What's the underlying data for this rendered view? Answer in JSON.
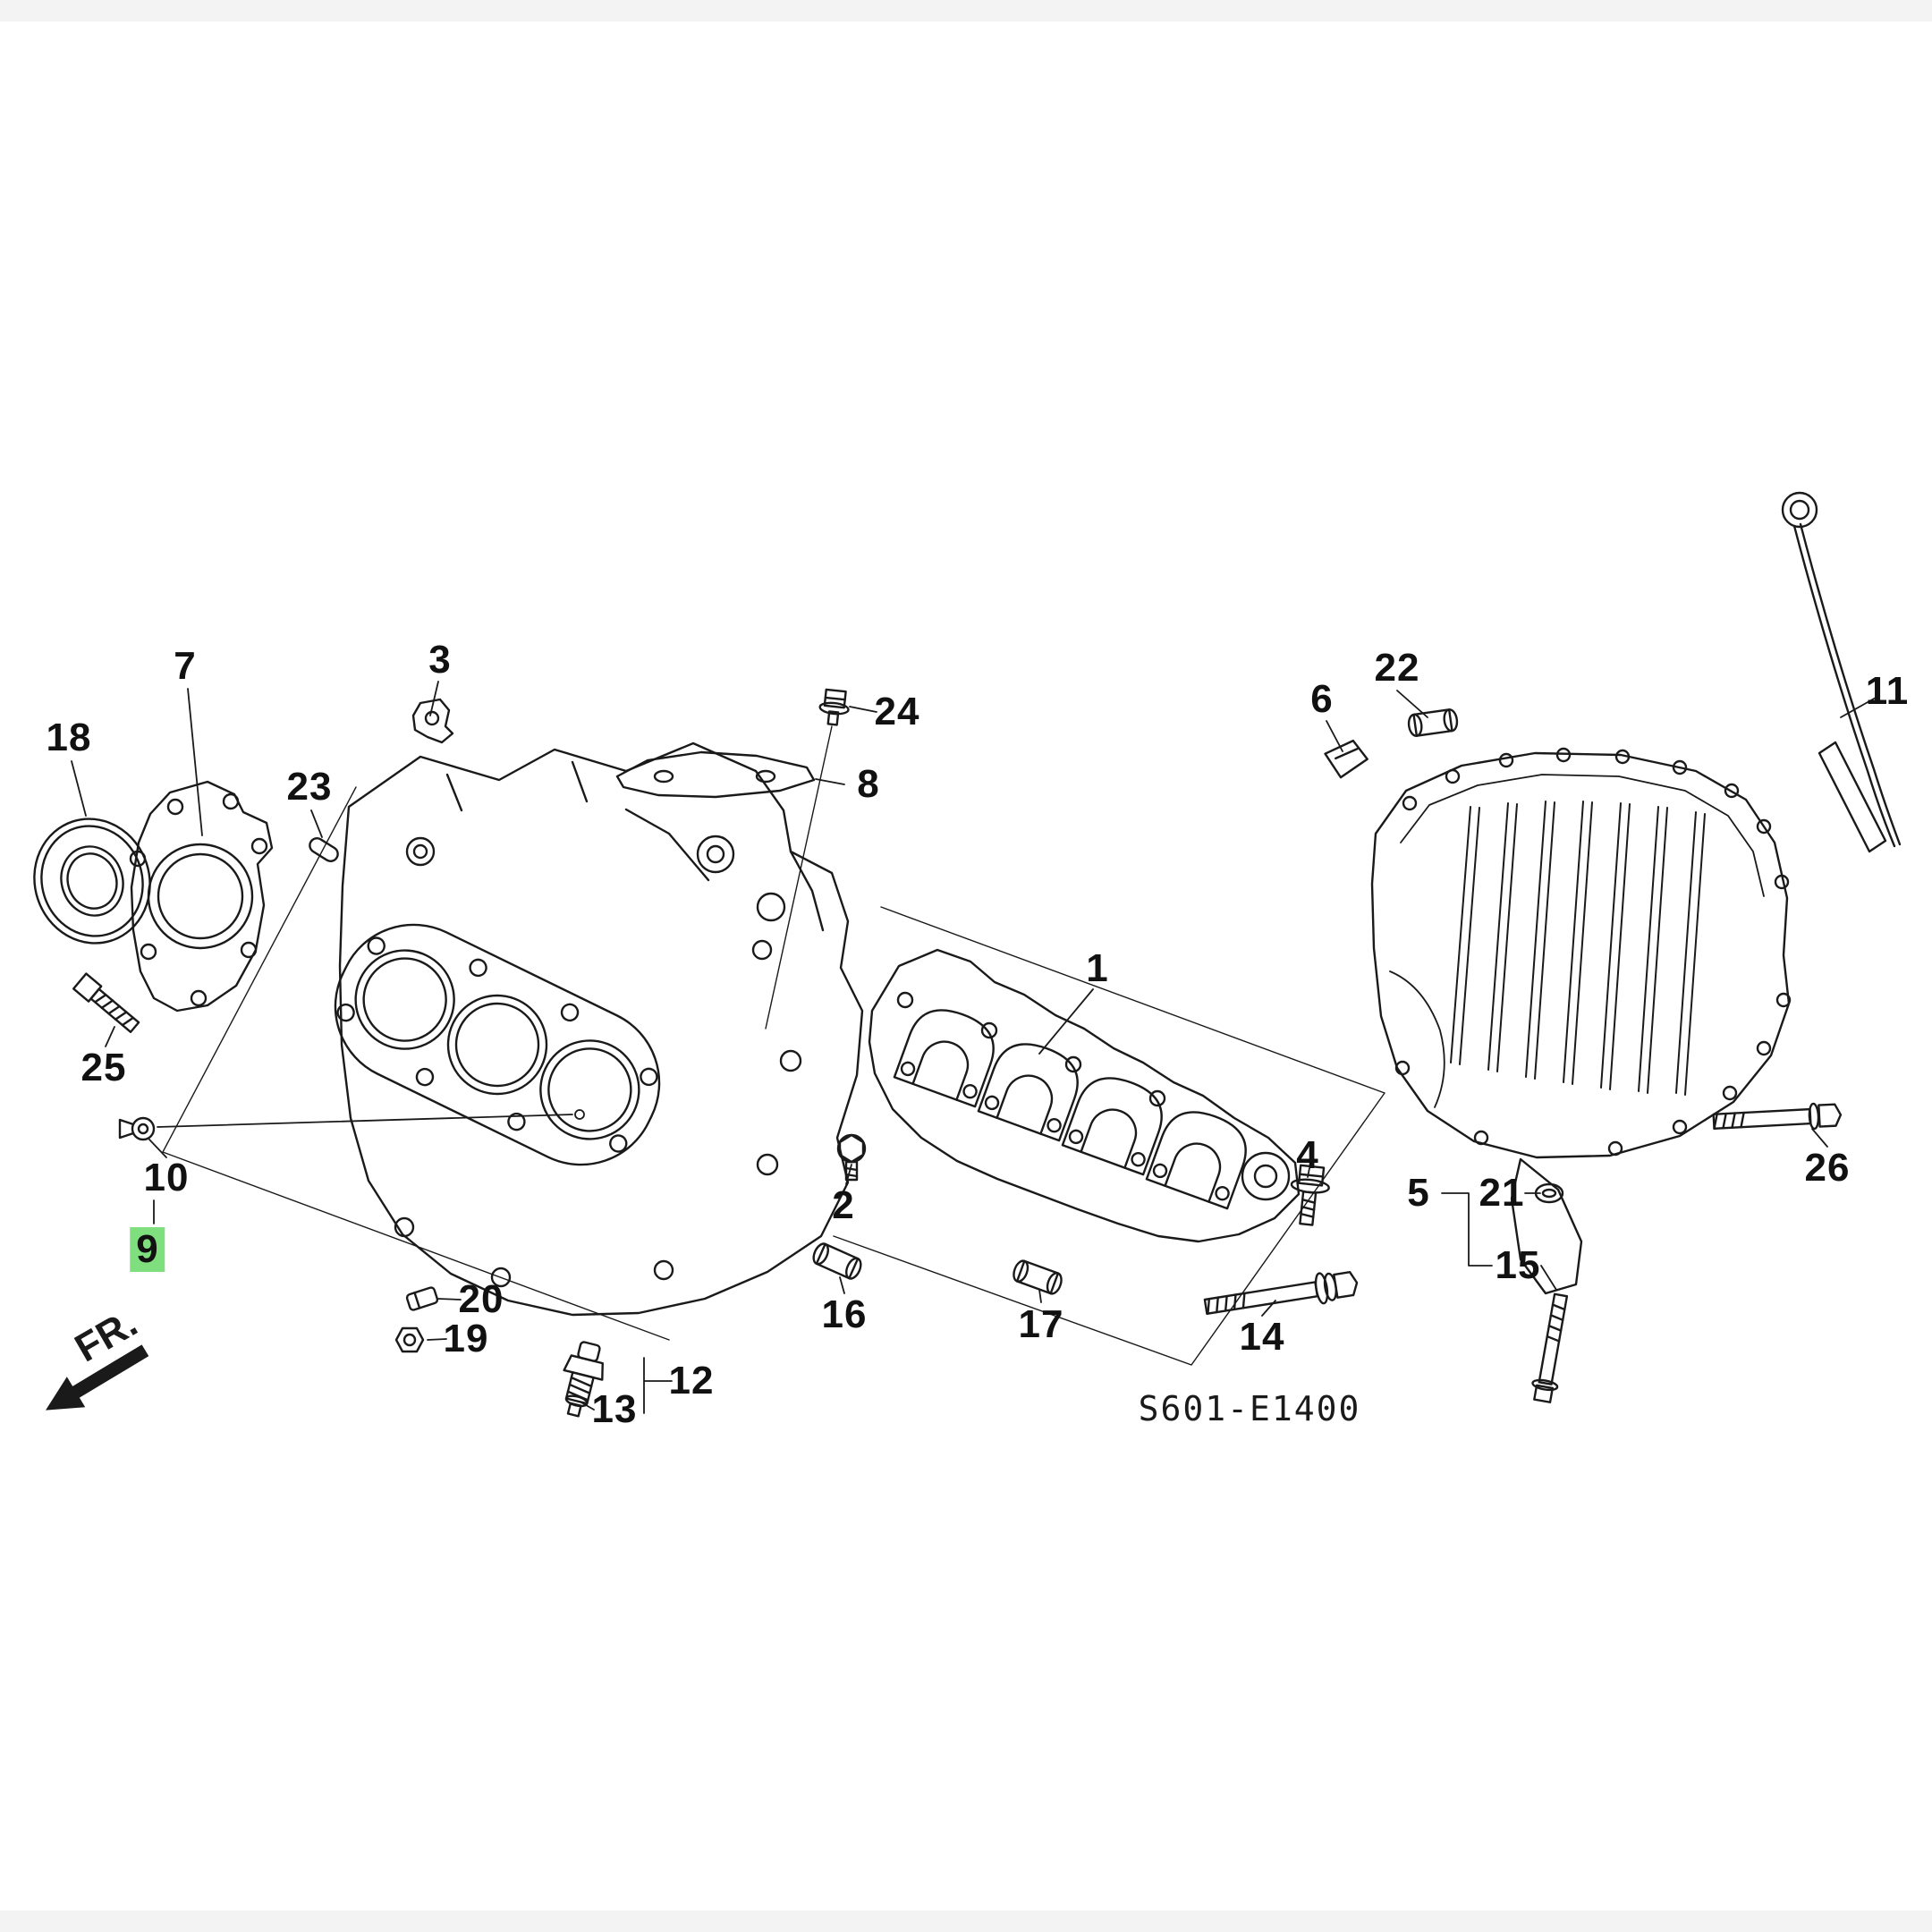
{
  "diagram": {
    "code": "S601-E1400",
    "fr_label": "FR.",
    "ink_color": "#1a1a1a",
    "background_color": "#ffffff"
  },
  "highlight": {
    "color": "#7fdf7f",
    "part_label": "9"
  },
  "callouts": [
    {
      "label": "1",
      "highlighted": false
    },
    {
      "label": "2",
      "highlighted": false
    },
    {
      "label": "3",
      "highlighted": false
    },
    {
      "label": "4",
      "highlighted": false
    },
    {
      "label": "5",
      "highlighted": false
    },
    {
      "label": "6",
      "highlighted": false
    },
    {
      "label": "7",
      "highlighted": false
    },
    {
      "label": "8",
      "highlighted": false
    },
    {
      "label": "9",
      "highlighted": true
    },
    {
      "label": "10",
      "highlighted": false
    },
    {
      "label": "11",
      "highlighted": false
    },
    {
      "label": "12",
      "highlighted": false
    },
    {
      "label": "13",
      "highlighted": false
    },
    {
      "label": "14",
      "highlighted": false
    },
    {
      "label": "15",
      "highlighted": false
    },
    {
      "label": "16",
      "highlighted": false
    },
    {
      "label": "17",
      "highlighted": false
    },
    {
      "label": "18",
      "highlighted": false
    },
    {
      "label": "19",
      "highlighted": false
    },
    {
      "label": "20",
      "highlighted": false
    },
    {
      "label": "21",
      "highlighted": false
    },
    {
      "label": "22",
      "highlighted": false
    },
    {
      "label": "23",
      "highlighted": false
    },
    {
      "label": "24",
      "highlighted": false
    },
    {
      "label": "25",
      "highlighted": false
    },
    {
      "label": "26",
      "highlighted": false
    }
  ]
}
